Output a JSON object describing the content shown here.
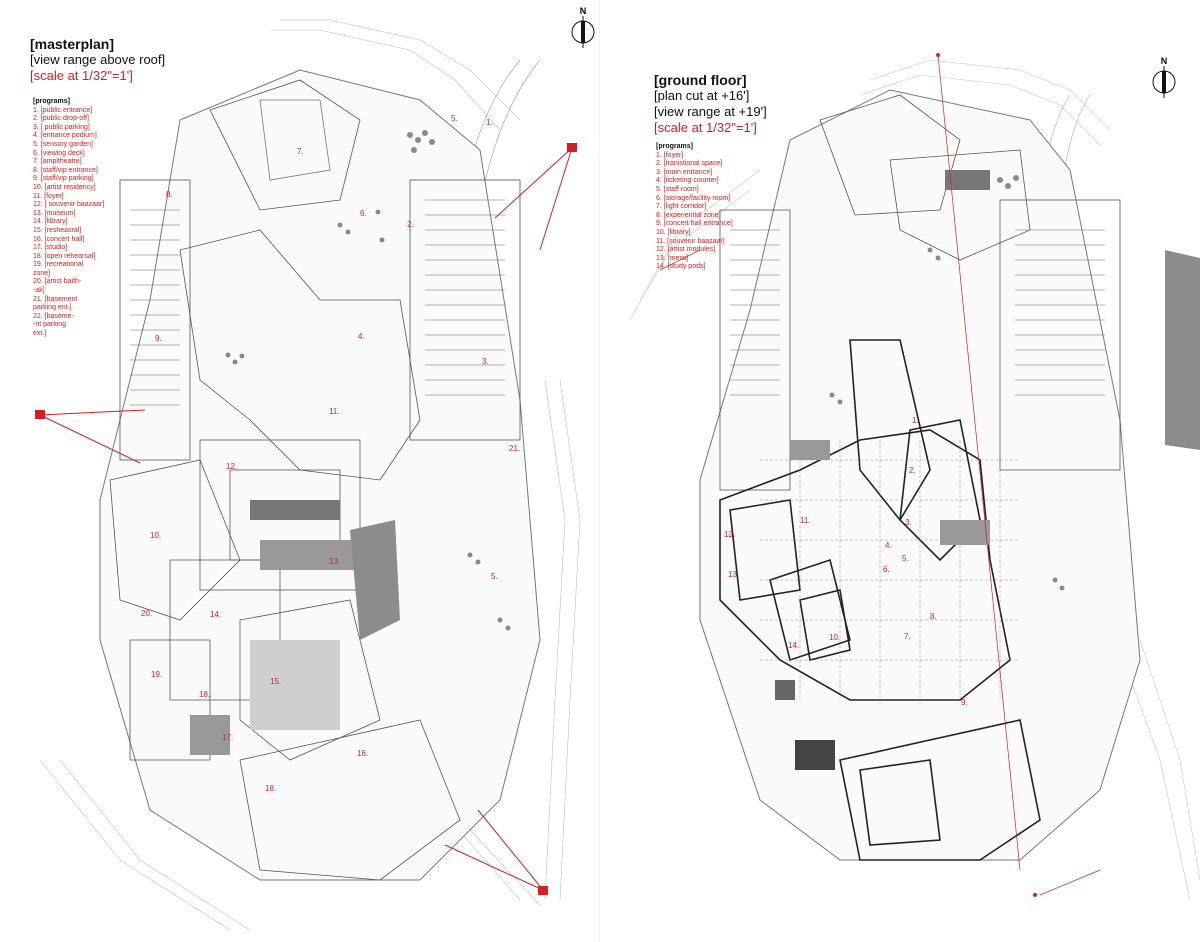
{
  "left": {
    "title": "[masterplan]",
    "subtitle": "[view range above roof]",
    "scale": "[scale at 1/32\"=1']",
    "north": "N",
    "programs_header": "[programs]",
    "programs": [
      "1. [public entrance]",
      "2. [public drop-off]",
      "3. [ public parking]",
      "4. [entrance podium]",
      "5. [sensory garden]",
      "6. [viewing deck]",
      "7. [ampitheatre]",
      "8. [staff/vip entrance]",
      "9. [staff/vip parking]",
      "10. [artist residency]",
      "11. [foyer]",
      "12. [ souvenir baazaar]",
      "13. [museum]",
      "14. [library]",
      "15. [resheasral]",
      "16. [concert hall]",
      "17. [studio]",
      "18. [open rehearsal]",
      "19. [recreational",
      "zone]",
      "20. [artist baith-",
      "-ak]",
      "21. [basement",
      "parking ent.]",
      "22. [baseme-",
      "-nt parking",
      "ext.]"
    ],
    "plan_numbers": [
      "1.",
      "2.",
      "3.",
      "4.",
      "5.",
      "5.",
      "6.",
      "7.",
      "8.",
      "9.",
      "10.",
      "11.",
      "12.",
      "13.",
      "14.",
      "15.",
      "16.",
      "17.",
      "18.",
      "18.",
      "19.",
      "20.",
      "21."
    ]
  },
  "right": {
    "title": "[ground floor]",
    "subtitle1": "[plan cut at +16']",
    "subtitle2": "[view range at +19']",
    "scale": "[scale at 1/32\"=1']",
    "north": "N",
    "programs_header": "[programs]",
    "programs": [
      "1. [foyer]",
      "2. [tranistional space]",
      "3. [main entrance]",
      "4. [ticketing counter]",
      "5. [staff room]",
      "6. [storage/facility room]",
      "7. [light corridor]",
      "8. [experiential zone]",
      "9. [concert hall entrance]",
      "10. [library]",
      "11. [souvenir baazaar]",
      "12. [artist modules]",
      "13. [mess]",
      "14. [study pods]"
    ],
    "plan_numbers": [
      "1.",
      "2.",
      "3.",
      "4.",
      "5.",
      "6.",
      "7.",
      "8.",
      "9.",
      "10.",
      "11.",
      "12.",
      "13.",
      "14."
    ]
  },
  "colors": {
    "accent": "#d42020",
    "line": "#888888",
    "dark": "#333333"
  }
}
